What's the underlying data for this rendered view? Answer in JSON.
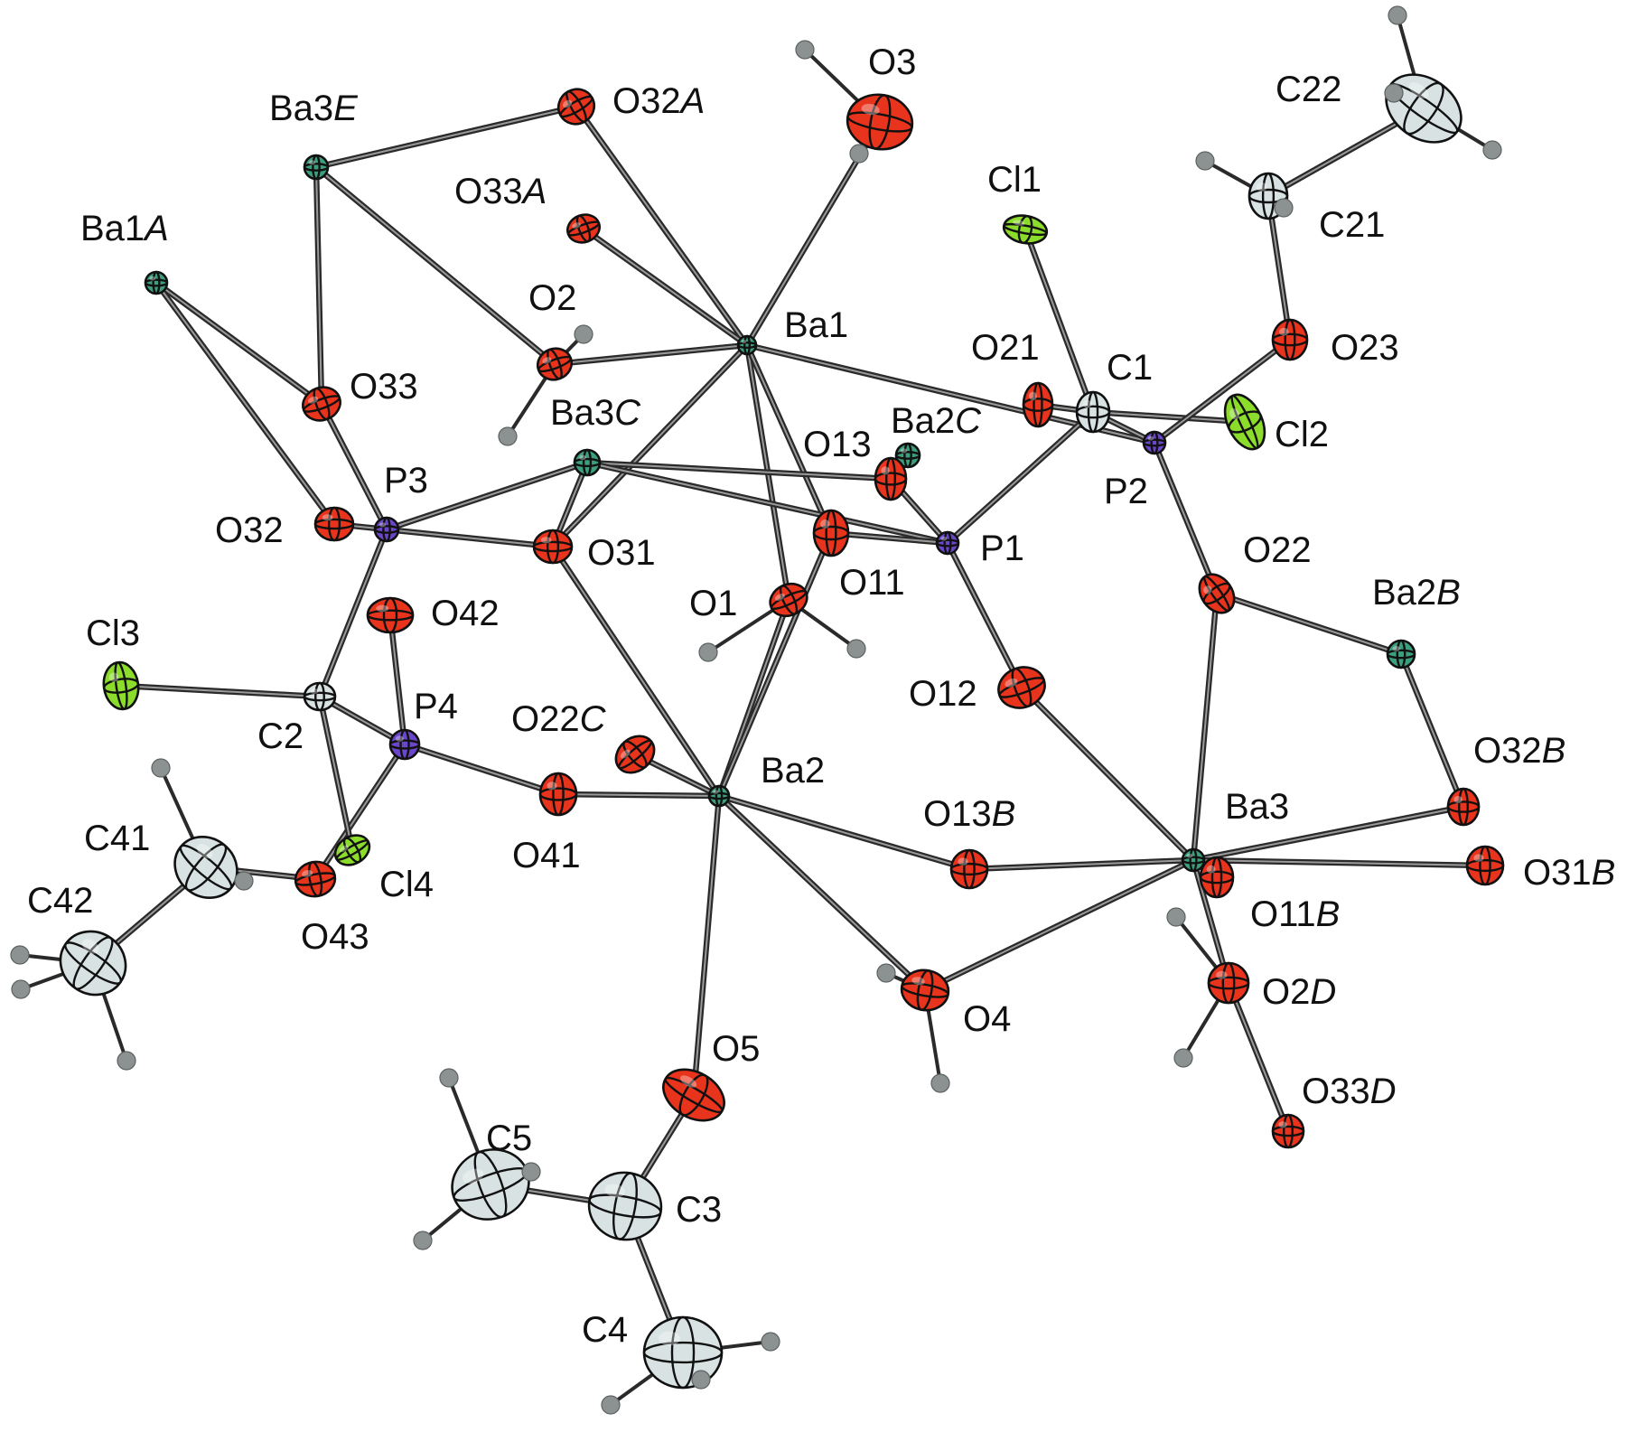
{
  "colors": {
    "O": "#e8341c",
    "Ba": "#3d9e7c",
    "P": "#6a46c8",
    "Cl": "#8cdc2c",
    "C": "#d8e2e2",
    "H": "#8c9292"
  },
  "atoms": [
    {
      "id": "Ba1",
      "el": "Ba",
      "label": "Ba1"
    },
    {
      "id": "Ba2",
      "el": "Ba",
      "label": "Ba2"
    },
    {
      "id": "Ba3",
      "el": "Ba",
      "label": "Ba3"
    },
    {
      "id": "Ba1A",
      "el": "Ba",
      "label": "Ba1",
      "suffix": "A"
    },
    {
      "id": "Ba3E",
      "el": "Ba",
      "label": "Ba3",
      "suffix": "E"
    },
    {
      "id": "Ba3C",
      "el": "Ba",
      "label": "Ba3",
      "suffix": "C"
    },
    {
      "id": "Ba2C",
      "el": "Ba",
      "label": "Ba2",
      "suffix": "C"
    },
    {
      "id": "Ba2B",
      "el": "Ba",
      "label": "Ba2",
      "suffix": "B"
    },
    {
      "id": "P1",
      "el": "P",
      "label": "P1"
    },
    {
      "id": "P2",
      "el": "P",
      "label": "P2"
    },
    {
      "id": "P3",
      "el": "P",
      "label": "P3"
    },
    {
      "id": "P4",
      "el": "P",
      "label": "P4"
    },
    {
      "id": "Cl1",
      "el": "Cl",
      "label": "Cl1"
    },
    {
      "id": "Cl2",
      "el": "Cl",
      "label": "Cl2"
    },
    {
      "id": "Cl3",
      "el": "Cl",
      "label": "Cl3"
    },
    {
      "id": "Cl4",
      "el": "Cl",
      "label": "Cl4"
    },
    {
      "id": "O1",
      "el": "O",
      "label": "O1"
    },
    {
      "id": "O2",
      "el": "O",
      "label": "O2"
    },
    {
      "id": "O3",
      "el": "O",
      "label": "O3"
    },
    {
      "id": "O4",
      "el": "O",
      "label": "O4"
    },
    {
      "id": "O5",
      "el": "O",
      "label": "O5"
    },
    {
      "id": "O11",
      "el": "O",
      "label": "O11"
    },
    {
      "id": "O12",
      "el": "O",
      "label": "O12"
    },
    {
      "id": "O13",
      "el": "O",
      "label": "O13"
    },
    {
      "id": "O21",
      "el": "O",
      "label": "O21"
    },
    {
      "id": "O22",
      "el": "O",
      "label": "O22"
    },
    {
      "id": "O23",
      "el": "O",
      "label": "O23"
    },
    {
      "id": "O31",
      "el": "O",
      "label": "O31"
    },
    {
      "id": "O32",
      "el": "O",
      "label": "O32"
    },
    {
      "id": "O33",
      "el": "O",
      "label": "O33"
    },
    {
      "id": "O41",
      "el": "O",
      "label": "O41"
    },
    {
      "id": "O42",
      "el": "O",
      "label": "O42"
    },
    {
      "id": "O43",
      "el": "O",
      "label": "O43"
    },
    {
      "id": "O32A",
      "el": "O",
      "label": "O32",
      "suffix": "A"
    },
    {
      "id": "O33A",
      "el": "O",
      "label": "O33",
      "suffix": "A"
    },
    {
      "id": "O22C",
      "el": "O",
      "label": "O22",
      "suffix": "C"
    },
    {
      "id": "O13B",
      "el": "O",
      "label": "O13",
      "suffix": "B"
    },
    {
      "id": "O32B",
      "el": "O",
      "label": "O32",
      "suffix": "B"
    },
    {
      "id": "O31B",
      "el": "O",
      "label": "O31",
      "suffix": "B"
    },
    {
      "id": "O11B",
      "el": "O",
      "label": "O11",
      "suffix": "B"
    },
    {
      "id": "O2D",
      "el": "O",
      "label": "O2",
      "suffix": "D"
    },
    {
      "id": "O33D",
      "el": "O",
      "label": "O33",
      "suffix": "D"
    },
    {
      "id": "C1",
      "el": "C",
      "label": "C1"
    },
    {
      "id": "C2",
      "el": "C",
      "label": "C2"
    },
    {
      "id": "C3",
      "el": "C",
      "label": "C3"
    },
    {
      "id": "C4",
      "el": "C",
      "label": "C4"
    },
    {
      "id": "C5",
      "el": "C",
      "label": "C5"
    },
    {
      "id": "C21",
      "el": "C",
      "label": "C21"
    },
    {
      "id": "C22",
      "el": "C",
      "label": "C22"
    },
    {
      "id": "C41",
      "el": "C",
      "label": "C41"
    },
    {
      "id": "C42",
      "el": "C",
      "label": "C42"
    }
  ],
  "bonds": [
    [
      "Ba3E",
      "O32A"
    ],
    [
      "Ba3E",
      "O33"
    ],
    [
      "Ba3E",
      "O2"
    ],
    [
      "Ba1A",
      "O33"
    ],
    [
      "Ba1A",
      "O32"
    ],
    [
      "O33",
      "P3"
    ],
    [
      "O32",
      "P3"
    ],
    [
      "P3",
      "O31"
    ],
    [
      "P3",
      "Ba3C"
    ],
    [
      "P3",
      "C2"
    ],
    [
      "O32A",
      "Ba1"
    ],
    [
      "O33A",
      "Ba1"
    ],
    [
      "O3",
      "Ba1"
    ],
    [
      "O2",
      "Ba1"
    ],
    [
      "Ba1",
      "P2"
    ],
    [
      "Ba1",
      "O31"
    ],
    [
      "Ba1",
      "O1"
    ],
    [
      "Ba1",
      "O11"
    ],
    [
      "Ba3C",
      "O31"
    ],
    [
      "Ba3C",
      "O13"
    ],
    [
      "Ba3C",
      "P1"
    ],
    [
      "O13",
      "P1"
    ],
    [
      "O11",
      "P1"
    ],
    [
      "P1",
      "C1"
    ],
    [
      "P1",
      "O12"
    ],
    [
      "Cl1",
      "C1"
    ],
    [
      "O21",
      "C1"
    ],
    [
      "C1",
      "P2"
    ],
    [
      "C1",
      "Cl2"
    ],
    [
      "P2",
      "O23"
    ],
    [
      "P2",
      "O22"
    ],
    [
      "O23",
      "C21"
    ],
    [
      "C21",
      "C22"
    ],
    [
      "O22",
      "Ba2B"
    ],
    [
      "O22",
      "Ba3"
    ],
    [
      "Ba2B",
      "O32B"
    ],
    [
      "O31",
      "Ba2"
    ],
    [
      "O1",
      "Ba2"
    ],
    [
      "O11",
      "Ba2"
    ],
    [
      "O22C",
      "Ba2"
    ],
    [
      "O41",
      "Ba2"
    ],
    [
      "Ba2",
      "O13B"
    ],
    [
      "Ba2",
      "O4"
    ],
    [
      "Ba2",
      "O5"
    ],
    [
      "O12",
      "Ba3"
    ],
    [
      "O13B",
      "Ba3"
    ],
    [
      "O4",
      "Ba3"
    ],
    [
      "Ba3",
      "O32B"
    ],
    [
      "Ba3",
      "O31B"
    ],
    [
      "Ba3",
      "O11B"
    ],
    [
      "Ba3",
      "O2D"
    ],
    [
      "O2D",
      "O33D"
    ],
    [
      "O42",
      "P4"
    ],
    [
      "P4",
      "O41"
    ],
    [
      "P4",
      "O43"
    ],
    [
      "C2",
      "P4"
    ],
    [
      "C2",
      "Cl3"
    ],
    [
      "C2",
      "Cl4"
    ],
    [
      "O43",
      "C41"
    ],
    [
      "C41",
      "C42"
    ],
    [
      "O5",
      "C3"
    ],
    [
      "C3",
      "C5"
    ],
    [
      "C3",
      "C4"
    ]
  ],
  "hydrogens": [
    {
      "from": "O3"
    },
    {
      "from": "O3"
    },
    {
      "from": "O2"
    },
    {
      "from": "O2"
    },
    {
      "from": "O1"
    },
    {
      "from": "O1"
    },
    {
      "from": "O4"
    },
    {
      "from": "O4"
    },
    {
      "from": "O2D"
    },
    {
      "from": "O2D"
    },
    {
      "from": "C21"
    },
    {
      "from": "C21"
    },
    {
      "from": "C22"
    },
    {
      "from": "C22"
    },
    {
      "from": "C22"
    },
    {
      "from": "C41"
    },
    {
      "from": "C41"
    },
    {
      "from": "C42"
    },
    {
      "from": "C42"
    },
    {
      "from": "C42"
    },
    {
      "from": "C5"
    },
    {
      "from": "C5"
    },
    {
      "from": "C5"
    },
    {
      "from": "C4"
    },
    {
      "from": "C4"
    },
    {
      "from": "C4"
    }
  ]
}
